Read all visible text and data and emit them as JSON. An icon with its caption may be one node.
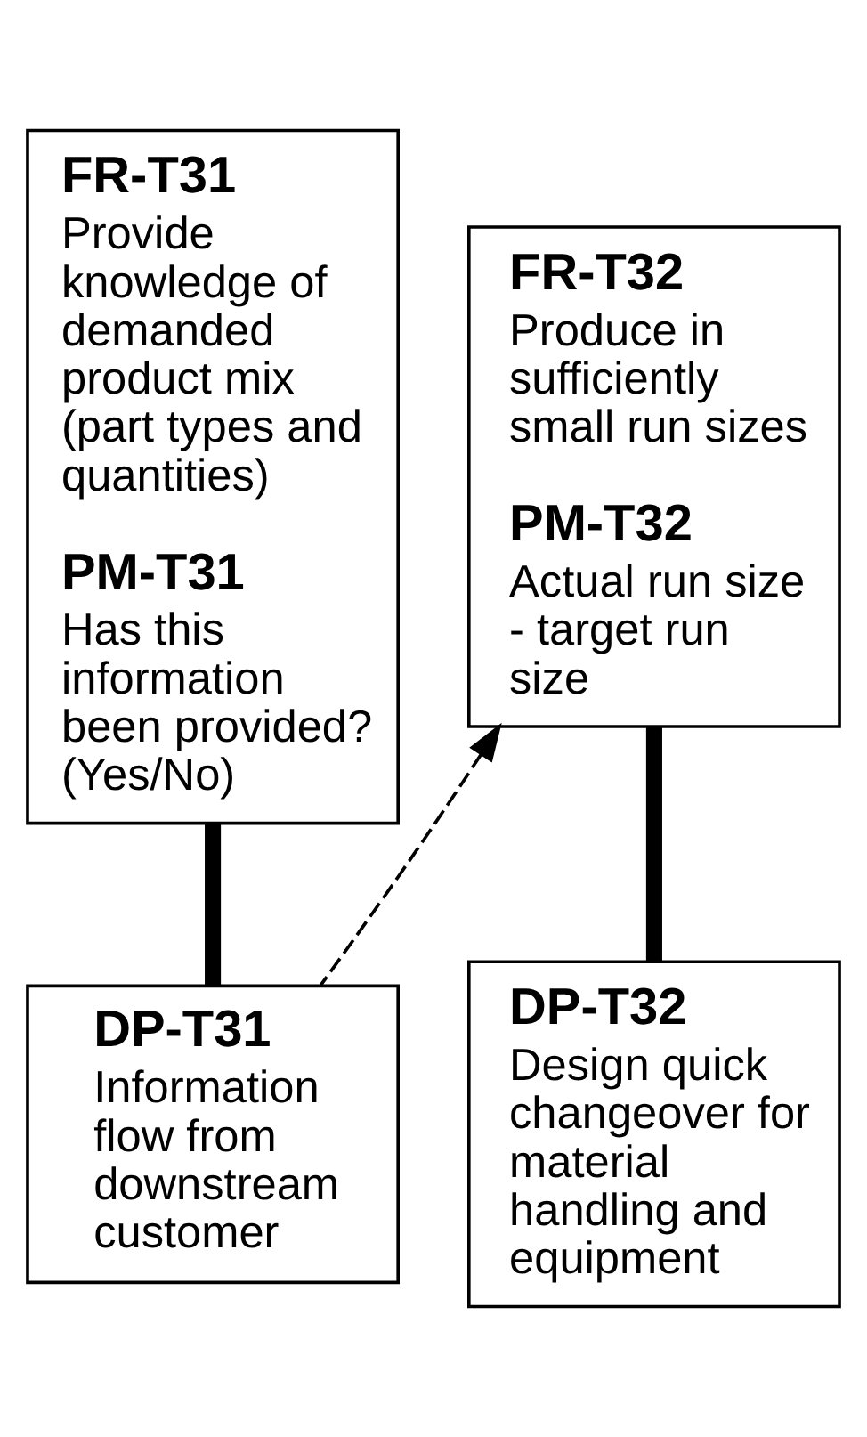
{
  "diagram": {
    "nodes": [
      {
        "text": [
          "FR-T31",
          "Provide knowledge of demanded product mix (part types and quantities)",
          "PM-T31",
          "Has this information been provided? (Yes/No)"
        ]
      },
      {
        "text": [
          "FR-T32",
          "Produce in sufficiently small run sizes",
          "PM-T32",
          "Actual run size - target run size"
        ]
      },
      {
        "text": [
          "DP-T31",
          "Information flow from downstream customer"
        ]
      },
      {
        "text": [
          "DP-T32",
          "Design quick changeover for material handling and equipment"
        ]
      }
    ],
    "edges": [
      {
        "from": 2,
        "to": 0,
        "arrow": "none"
      },
      {
        "from": 3,
        "to": 1,
        "arrow": "none"
      },
      {
        "from": 2,
        "to": 1,
        "arrow": "to",
        "style": "dashed"
      }
    ]
  }
}
